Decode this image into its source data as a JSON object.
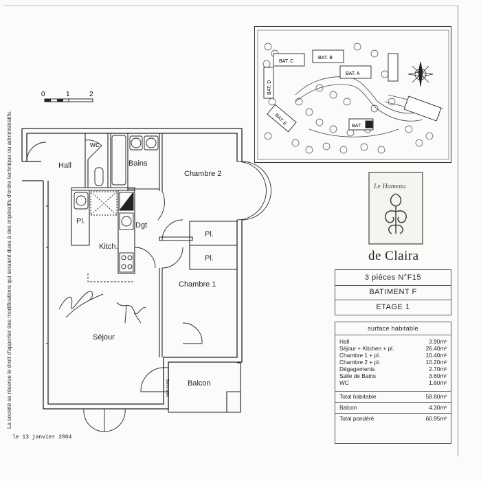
{
  "page": {
    "side_note": "La société se réserve le droit d'apporter des modifications qui seraient dues à des impératifs d'ordre technique ou administratifs.",
    "date": "le 13 janvier 2004"
  },
  "scale": {
    "labels": [
      "0",
      "1",
      "2"
    ]
  },
  "plan": {
    "rooms": {
      "hall": "Hall",
      "wc": "wc",
      "bains": "Bains",
      "chambre2": "Chambre 2",
      "pl_left": "Pl.",
      "pl_top": "Pl.",
      "pl_bottom": "Pl.",
      "dgt": "Dgt",
      "kitch": "Kitch.",
      "chambre1": "Chambre 1",
      "sejour": "Séjour",
      "balcon": "Balcon",
      "bracket": "ABRI ANNÉ"
    }
  },
  "site_plan": {
    "labels": {
      "bat_a": "BAT. A",
      "bat_b": "BAT. B",
      "bat_c": "BAT. C",
      "bat_d": "BAT. D",
      "bat_e": "BAT. E",
      "bat_f": "BAT."
    }
  },
  "brand": {
    "script": "Le Hameau",
    "name": "de Claira"
  },
  "title": {
    "rooms": "3 pièces  N°F15",
    "building": "BATIMENT  F",
    "floor": "ETAGE  1"
  },
  "surface": {
    "header": "surface  habitable",
    "rows": [
      {
        "label": "Hall",
        "value": "3.90m²"
      },
      {
        "label": "Séjour + Kitchen + pl.",
        "value": "26.40m²"
      },
      {
        "label": "Chambre 1 + pl.",
        "value": "10.40m²"
      },
      {
        "label": "Chambre 2 + pl.",
        "value": "10.20m²"
      },
      {
        "label": "Dégagements",
        "value": "2.70m²"
      },
      {
        "label": "Salle de Bains",
        "value": "3.60m²"
      },
      {
        "label": "WC",
        "value": "1.60m²"
      }
    ],
    "total_habitable": {
      "label": "Total habitable",
      "value": "58.80m²"
    },
    "balcon": {
      "label": "Balcon",
      "value": "4.30m²"
    },
    "total_pondere": {
      "label": "Total pondéré",
      "value": "60.95m²"
    }
  }
}
